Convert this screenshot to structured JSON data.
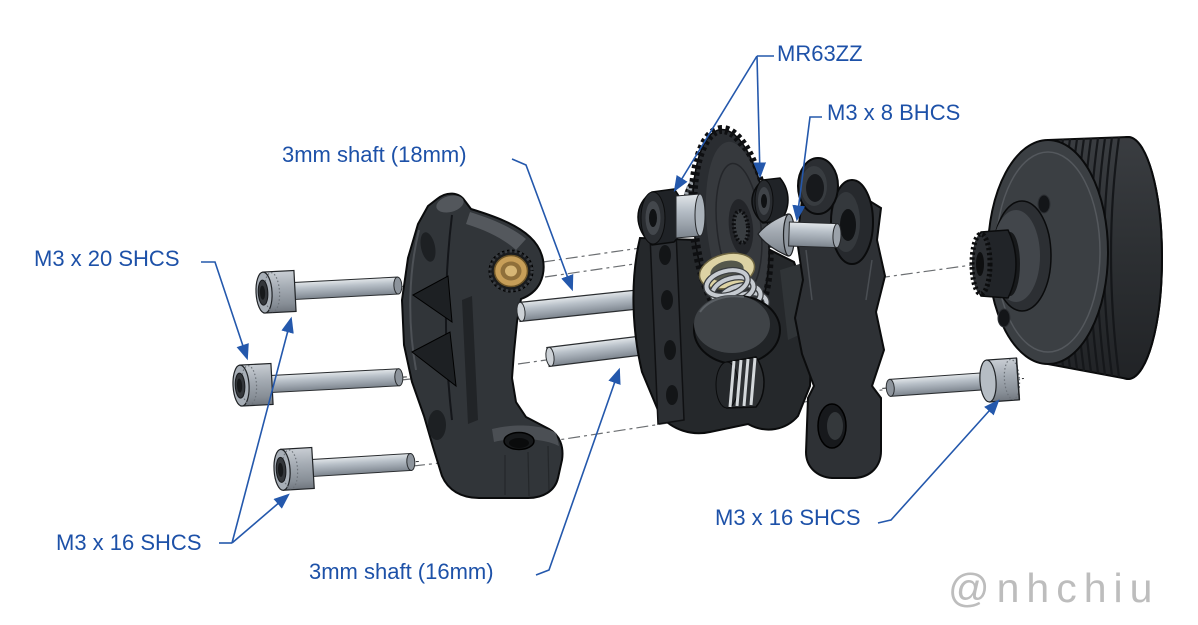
{
  "labels": {
    "mr63zz": "MR63ZZ",
    "m3x8_bhcs": "M3 x 8 BHCS",
    "shaft_18mm": "3mm shaft (18mm)",
    "m3x20_shcs": "M3 x 20 SHCS",
    "m3x16_shcs_left": "M3 x 16 SHCS",
    "shaft_16mm": "3mm shaft (16mm)",
    "m3x16_shcs_right": "M3 x 16 SHCS"
  },
  "watermark": "@nhchiu",
  "colors": {
    "background": "#ffffff",
    "callout_blue": "#1d51a8",
    "leader_blue": "#2458ac",
    "centerline_gray": "#6b6e71",
    "part_dark": "#303336",
    "hardware_steel": "#aab3bc",
    "brass_bushing": "#c79e58",
    "cream_ring": "#ddd3a4",
    "watermark_gray": "#bdbdbd"
  }
}
